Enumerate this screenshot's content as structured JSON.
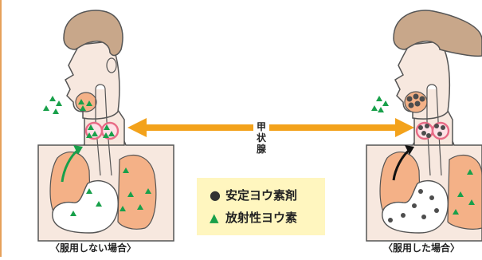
{
  "thyroid_label_chars": [
    "甲",
    "状",
    "腺"
  ],
  "legend": {
    "stable_iodine": {
      "symbol": "●",
      "label": "安定ヨウ素剤"
    },
    "radioactive_iodine": {
      "symbol": "▲",
      "label": "放射性ヨウ素"
    }
  },
  "captions": {
    "without_dose": "〈服用しない場合〉",
    "with_dose": "〈服用した場合〉"
  },
  "colors": {
    "skin": "#cf9f72",
    "hair": "#c8a78a",
    "body_bg": "#f7e8df",
    "lung": "#f4b187",
    "arrow": "#f3a21b",
    "triangle": "#18a04a",
    "dot": "#4d4d4d",
    "thyroid_ring": "#e86b86",
    "legend_bg": "#fff6bf"
  }
}
